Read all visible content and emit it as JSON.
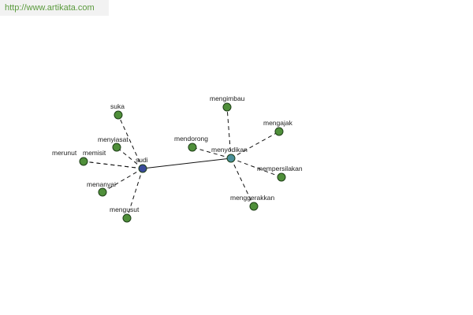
{
  "watermark": "http://www.artikata.com",
  "colors": {
    "leaf": "#4f8f3a",
    "leaf_stroke": "#1f3f18",
    "hub_primary": "#3a4a9a",
    "hub_secondary": "#4a8f99",
    "edge": "#111111"
  },
  "graph": {
    "hubs": [
      {
        "id": "sudi",
        "label": "sudi"
      },
      {
        "id": "menyodikan",
        "label": "menyodikan"
      }
    ],
    "hub_link": {
      "from": "sudi",
      "to": "menyodikan"
    },
    "leaves": [
      {
        "id": "suka",
        "label": "suka",
        "hub": "sudi"
      },
      {
        "id": "menyiasat",
        "label": "menyiasat",
        "hub": "sudi"
      },
      {
        "id": "merunut",
        "label": "merunut",
        "hub": "sudi"
      },
      {
        "id": "memisit",
        "label": "memisit",
        "hub": "sudi"
      },
      {
        "id": "menanyai",
        "label": "menanyai",
        "hub": "sudi"
      },
      {
        "id": "mengusut",
        "label": "mengusut",
        "hub": "sudi"
      },
      {
        "id": "mengimbau",
        "label": "mengimbau",
        "hub": "menyodikan"
      },
      {
        "id": "mengajak",
        "label": "mengajak",
        "hub": "menyodikan"
      },
      {
        "id": "mendorong",
        "label": "mendorong",
        "hub": "menyodikan"
      },
      {
        "id": "mempersilakan",
        "label": "mempersilakan",
        "hub": "menyodikan"
      },
      {
        "id": "menggerakkan",
        "label": "menggerakkan",
        "hub": "menyodikan"
      }
    ]
  }
}
